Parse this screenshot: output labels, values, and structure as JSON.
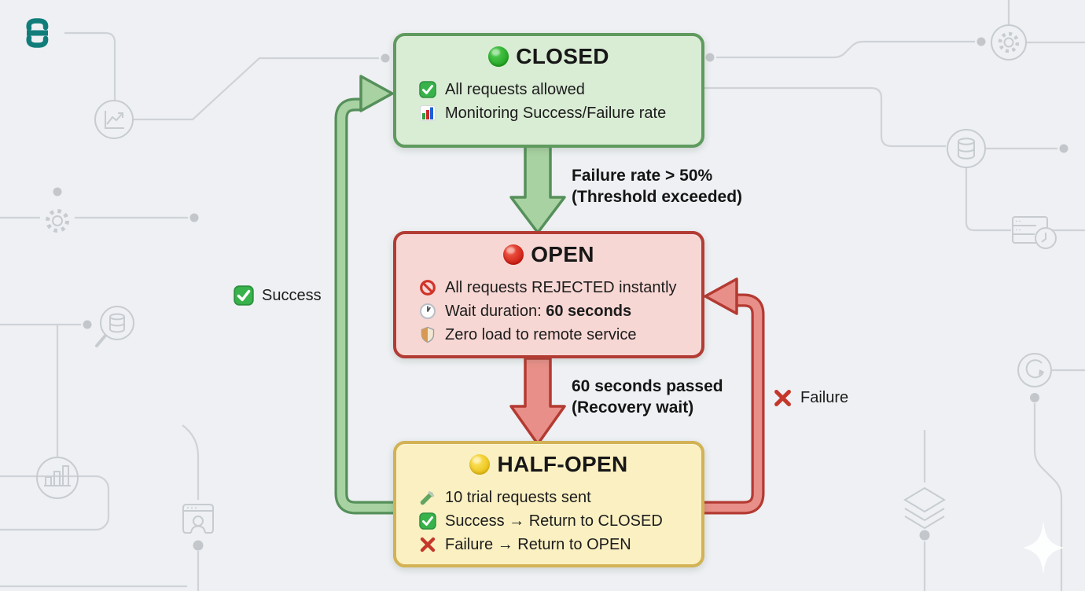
{
  "theme": {
    "bg": "#eef0f3",
    "trace": "#cfd3d7",
    "trace-dot": "#c3c7cb",
    "icon-stroke": "#c7ccd1",
    "logo": "#117d7b",
    "closed-fill": "#d9ecd4",
    "closed-border": "#5f9a5e",
    "open-fill": "#f7d7d4",
    "open-border": "#b23c34",
    "half-fill": "#faf0c2",
    "half-border": "#d2b254",
    "green-fill": "#a8d2a2",
    "green-stroke": "#55905a",
    "red-fill": "#e78f88",
    "red-stroke": "#b43a32",
    "status-closed": "#23a623",
    "status-open": "#d01d12",
    "status-half": "#e9c213"
  },
  "states": {
    "closed": {
      "title": "CLOSED",
      "status_icon": "green-circle-icon",
      "items": [
        {
          "icon": "check-icon",
          "text": "All requests allowed"
        },
        {
          "icon": "bar-chart-icon",
          "text": "Monitoring Success/Failure rate"
        }
      ]
    },
    "open": {
      "title": "OPEN",
      "status_icon": "red-circle-icon",
      "items": [
        {
          "icon": "no-entry-icon",
          "text": "All requests REJECTED instantly"
        },
        {
          "icon": "clock-icon",
          "text": "Wait duration: ",
          "bold": "60 seconds"
        },
        {
          "icon": "shield-icon",
          "text": "Zero load to remote service"
        }
      ]
    },
    "half_open": {
      "title": "HALF-OPEN",
      "status_icon": "yellow-circle-icon",
      "items": [
        {
          "icon": "test-tube-icon",
          "text": "10 trial requests sent"
        },
        {
          "icon": "check-icon",
          "text": "Success → Return to CLOSED"
        },
        {
          "icon": "x-icon",
          "text": "Failure → Return to OPEN"
        }
      ]
    }
  },
  "transitions": {
    "closed_to_open": {
      "line1": "Failure rate > 50%",
      "line2": "(Threshold exceeded)"
    },
    "open_to_half_open": {
      "line1": "60 seconds passed",
      "line2": "(Recovery wait)"
    },
    "half_open_to_closed": {
      "icon": "check-icon",
      "label": "Success"
    },
    "half_open_to_open": {
      "icon": "x-icon",
      "label": "Failure"
    }
  },
  "background": {
    "decoration_icons": [
      "hexagon-h-logo",
      "line-chart-icon",
      "gear-icon",
      "search-database-icon",
      "bar-chart-circle-icon",
      "browser-user-icon",
      "gear-circle-icon",
      "database-icon",
      "server-clock-icon",
      "refresh-icon",
      "layers-icon",
      "sparkle-icon"
    ]
  }
}
